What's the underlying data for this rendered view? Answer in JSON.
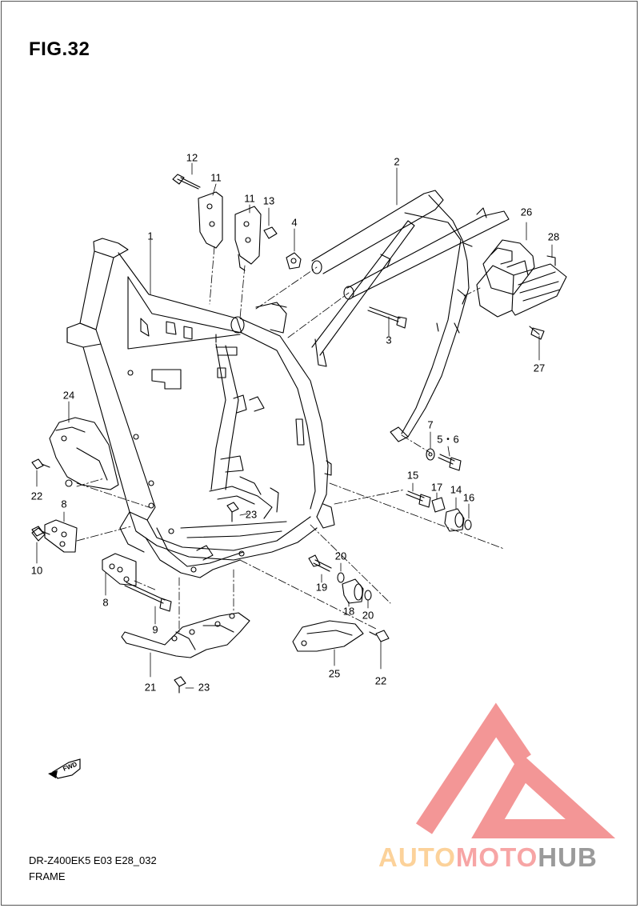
{
  "figure": {
    "title": "FIG.32"
  },
  "footer": {
    "model_code": "DR-Z400EK5 E03 E28_032",
    "section_title": "FRAME"
  },
  "fwd_badge": {
    "label": "FWD"
  },
  "watermark": {
    "part_a": "AUTO",
    "part_b": "MOTO",
    "part_c": "HUB",
    "colors": {
      "logo_red": "#f28b8b",
      "auto": "#fcd29a",
      "moto": "#f7a5a5",
      "hub": "#9a9a9a"
    }
  },
  "callouts": [
    {
      "label": "12"
    },
    {
      "label": "11"
    },
    {
      "label": "11"
    },
    {
      "label": "13"
    },
    {
      "label": "2"
    },
    {
      "label": "1"
    },
    {
      "label": "4"
    },
    {
      "label": "26"
    },
    {
      "label": "28"
    },
    {
      "label": "3"
    },
    {
      "label": "27"
    },
    {
      "label": "24"
    },
    {
      "label": "7"
    },
    {
      "label": "5・6"
    },
    {
      "label": "22"
    },
    {
      "label": "15"
    },
    {
      "label": "17"
    },
    {
      "label": "14"
    },
    {
      "label": "16"
    },
    {
      "label": "8"
    },
    {
      "label": "23"
    },
    {
      "label": "10"
    },
    {
      "label": "20"
    },
    {
      "label": "19"
    },
    {
      "label": "8"
    },
    {
      "label": "18"
    },
    {
      "label": "20"
    },
    {
      "label": "9"
    },
    {
      "label": "25"
    },
    {
      "label": "22"
    },
    {
      "label": "21"
    },
    {
      "label": "23"
    }
  ]
}
